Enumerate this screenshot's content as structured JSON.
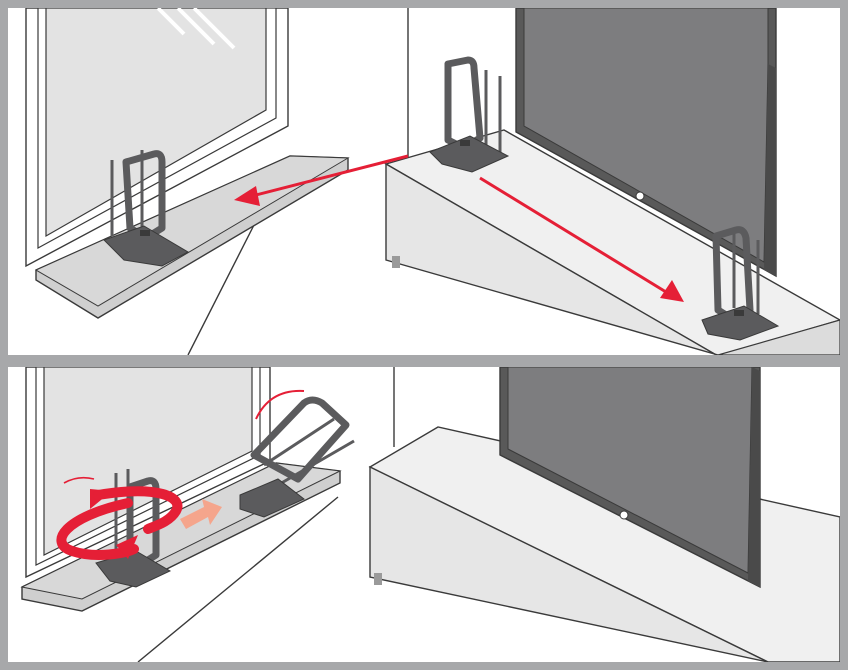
{
  "figure": {
    "panels": [
      {
        "id": "top",
        "scene": "antenna-placement-window-vs-tv-stand"
      },
      {
        "id": "bottom",
        "scene": "antenna-rotation-and-orientation-adjustment"
      }
    ],
    "colors": {
      "border": "#a7a8aa",
      "wall": "#ffffff",
      "line": "#3a3a3a",
      "glass": "#e3e3e3",
      "sill": "#cfcfcf",
      "cabinet": "#e6e6e6",
      "tv_screen": "#7d7d7f",
      "tv_frame": "#595959",
      "antenna": "#5b5b5d",
      "arrow_red": "#e51f36",
      "arrow_peach": "#f5a58c"
    },
    "icons": [
      "antenna-icon",
      "television-icon",
      "window-icon",
      "arrow-icon",
      "rotate-arrow-icon"
    ]
  }
}
